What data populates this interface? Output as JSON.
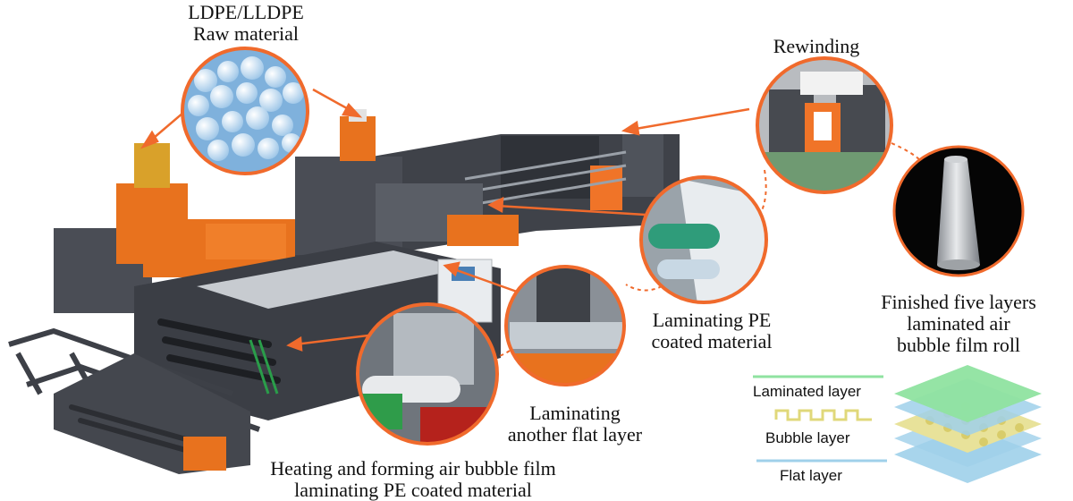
{
  "labels": {
    "raw_material": [
      "LDPE/LLDPE",
      "Raw material"
    ],
    "rewinding": [
      "Rewinding"
    ],
    "laminating_pe": [
      "Laminating PE",
      "coated material"
    ],
    "finished_roll": [
      "Finished five layers",
      "laminated air",
      "bubble film roll"
    ],
    "laminating_flat": [
      "Laminating",
      "another flat layer"
    ],
    "heating_forming": [
      "Heating and forming air bubble film",
      "laminating PE coated material"
    ]
  },
  "legend": {
    "laminated_layer": "Laminated layer",
    "bubble_layer": "Bubble layer",
    "flat_layer": "Flat layer"
  },
  "colors": {
    "accent": "#f06a2c",
    "machine_orange": "#e8721e",
    "machine_gray": "#4a4d55",
    "laminated_layer": "#8fe3a0",
    "bubble_layer": "#e8e29a",
    "flat_layer": "#9fd0ea"
  }
}
